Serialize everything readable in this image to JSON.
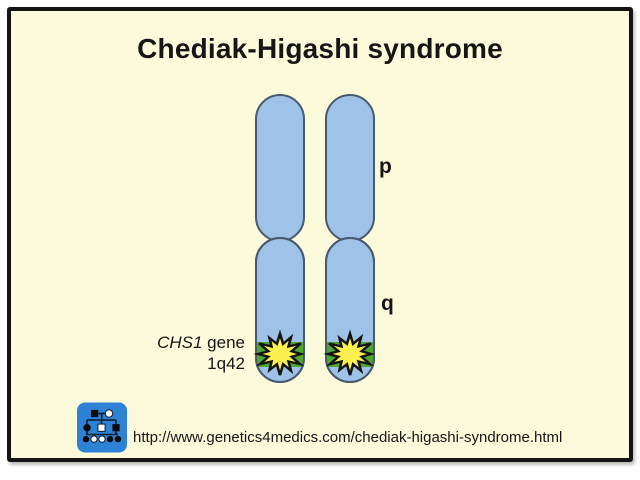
{
  "title": "Chediak-Higashi syndrome",
  "chromosome_labels": {
    "p": "p",
    "q": "q"
  },
  "gene_annotation": {
    "gene_name_italic": "CHS1",
    "gene_suffix": " gene",
    "locus": "1q42"
  },
  "footer": {
    "url": "http://www.genetics4medics.com/chediak-higashi-syndrome.html",
    "logo_icon": "pedigree-chart-icon"
  },
  "colors": {
    "canvas_background": "#FBFBDB",
    "frame_border": "#141414",
    "chromosome_fill": "#9FC3E8",
    "chromosome_stroke": "#4A5A6E",
    "gene_band_green": "#4CA62F",
    "starburst_yellow": "#FBF04E",
    "starburst_outline": "#141414",
    "logo_blue": "#2E82D6",
    "text": "#161616"
  }
}
